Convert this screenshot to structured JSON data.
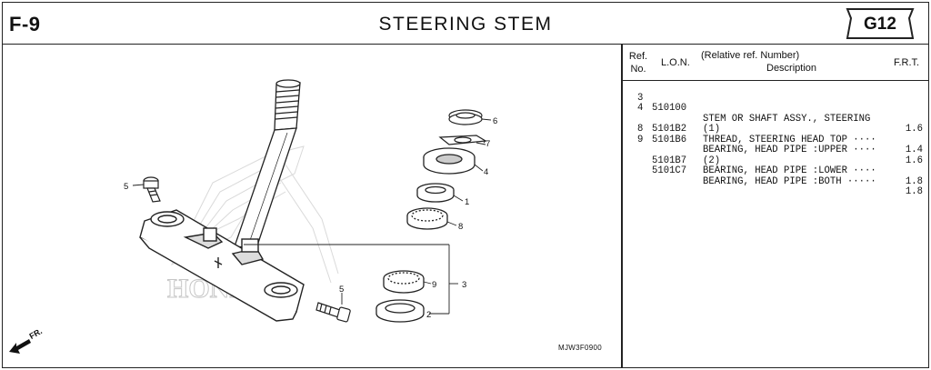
{
  "header": {
    "code": "F-9",
    "title": "STEERING  STEM",
    "group": "G12"
  },
  "diagram": {
    "callouts": [
      "6",
      "7",
      "4",
      "1",
      "8",
      "5",
      "5",
      "9",
      "3",
      "2"
    ],
    "watermark": "HONDA",
    "direction": "FR.",
    "part_number": "MJW3F0900"
  },
  "table": {
    "headers": {
      "ref": "Ref. No.",
      "lon": "L.O.N.",
      "desc_line1": "(Relative ref. Number)",
      "desc_line2": "Description",
      "frt": "F.R.T."
    },
    "rows": [
      {
        "ref": "3",
        "lon": "510100",
        "desc": "STEM OR SHAFT ASSY., STEERING",
        "frt": "1.6"
      },
      {
        "ref": "4",
        "lon": "",
        "desc": "(1)",
        "frt": ""
      },
      {
        "ref": "",
        "lon": "5101B2",
        "desc": "THREAD, STEERING HEAD TOP ····",
        "frt": "1.4"
      },
      {
        "ref": "8",
        "lon": "5101B6",
        "desc": "BEARING, HEAD PIPE :UPPER ····",
        "frt": "1.6"
      },
      {
        "ref": "9",
        "lon": "",
        "desc": "(2)",
        "frt": ""
      },
      {
        "ref": "",
        "lon": "5101B7",
        "desc": "BEARING, HEAD PIPE :LOWER ····",
        "frt": "1.8"
      },
      {
        "ref": "",
        "lon": "5101C7",
        "desc": "BEARING, HEAD PIPE :BOTH ·····",
        "frt": "1.8"
      }
    ]
  }
}
